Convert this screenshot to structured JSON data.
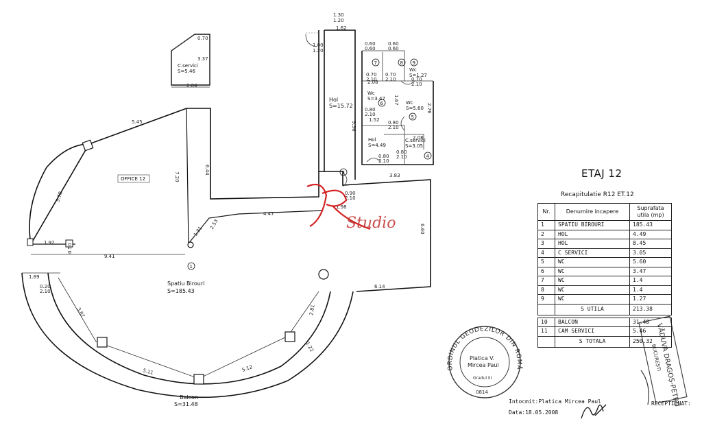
{
  "floor_title": "ETAJ 12",
  "recap": {
    "title": "Recapitulatie R12 ET.12",
    "headers": {
      "nr": "Nr.",
      "name": "Denumire incapere",
      "area": "Suprafata utila (mp)"
    },
    "rows": [
      {
        "nr": "1",
        "name": "SPATIU BIROURI",
        "area": "185.43"
      },
      {
        "nr": "2",
        "name": "HOL",
        "area": "4.49"
      },
      {
        "nr": "3",
        "name": "HOL",
        "area": "8.45"
      },
      {
        "nr": "4",
        "name": "C SERVICI",
        "area": "3.05"
      },
      {
        "nr": "5",
        "name": "WC",
        "area": "5.60"
      },
      {
        "nr": "6",
        "name": "WC",
        "area": "3.47"
      },
      {
        "nr": "7",
        "name": "WC",
        "area": "1.4"
      },
      {
        "nr": "8",
        "name": "WC",
        "area": "1.4"
      },
      {
        "nr": "9",
        "name": "WC",
        "area": "1.27"
      }
    ],
    "s_utila": {
      "label": "S UTILA",
      "value": "213.38"
    },
    "extra_rows": [
      {
        "nr": "10",
        "name": "BALCON",
        "area": "31.48"
      },
      {
        "nr": "11",
        "name": "CAM SERVICI",
        "area": "5.46"
      }
    ],
    "s_totala": {
      "label": "S TOTALA",
      "value": "250.32"
    }
  },
  "plan": {
    "office_label": "OFFICE 12",
    "main_room": {
      "name": "Spatiu Birouri",
      "area": "S=185.43",
      "num": "1"
    },
    "balcon": {
      "name": "Balcon",
      "area": "S=31.48"
    },
    "cserv_top": {
      "name": "C.servici",
      "area": "S=5.46"
    },
    "hol_big": {
      "name": "Hol",
      "area": "S=15.72",
      "num": "3"
    },
    "hol_small": {
      "name": "Hol",
      "area": "S=4.49"
    },
    "cserv_small": {
      "name": "C.servici",
      "area": "S=3.05",
      "num": "4"
    },
    "wc6": {
      "name": "Wc",
      "area": "S=3.47",
      "num": "6"
    },
    "wc5": {
      "name": "Wc",
      "area": "S=5.60",
      "num": "5"
    },
    "wc9": {
      "name": "Wc",
      "area": "S=1.27",
      "num": "9"
    },
    "wc7_num": "7",
    "wc8_num": "8",
    "dims": {
      "d545": "5.45",
      "d578": "5.78",
      "d644": "6.44",
      "d720": "7.20",
      "d204": "2.04",
      "d131": "1.31",
      "d253": "2.53",
      "d447": "4.47",
      "d198": "1.98",
      "d383": "3.83",
      "d660": "6.60",
      "d614": "6.14",
      "d941": "9.41",
      "d192": "1.92",
      "d189": "1.89",
      "d387": "3.87",
      "d511": "5.11",
      "d512": "5.12",
      "d122": "1.22",
      "d281": "2.81",
      "d162": "1.62",
      "d130": "1.30",
      "d120": "1.20",
      "d337": "3.37",
      "d936": "9.36",
      "d152": "1.52",
      "d208": "2.08",
      "d276": "2.76",
      "d167": "1.67",
      "d070": "0.70",
      "d100": "1.00",
      "d060": "0.60",
      "d080": "0.80",
      "d210": "2.10",
      "d090": "0.90",
      "d050": "0.50",
      "d020": "0.20"
    }
  },
  "stamp": {
    "ring_text": "ORDINUL GEODEZILOR DIN ROMÂNIA",
    "name1": "Platica V.",
    "name2": "Mircea Paul",
    "grade": "Gradul III",
    "number": "0814"
  },
  "stamp2": {
    "text1": "VĂDUVA DRAGOȘ-PETRU",
    "text2": "BUCUREȘTI"
  },
  "signature_text": "Platica",
  "watermark": "Studio",
  "footer": {
    "author": "Intocmit:Platica Mircea Paul",
    "date": "Data:18.05.2008",
    "received": "RECEPTIONAT:"
  }
}
